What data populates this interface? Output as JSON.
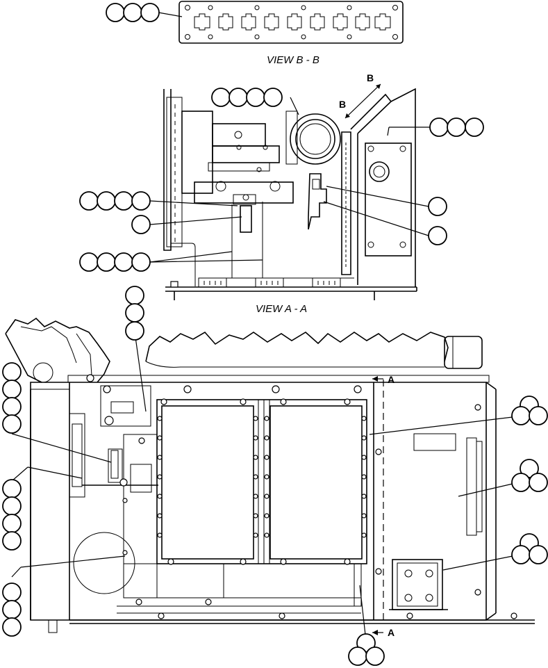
{
  "views": {
    "view_b": "VIEW B - B",
    "view_a": "VIEW A - A"
  },
  "section_markers": {
    "b_top": "B",
    "b_lower": "B",
    "a_top": "A",
    "a_bottom": "A"
  }
}
